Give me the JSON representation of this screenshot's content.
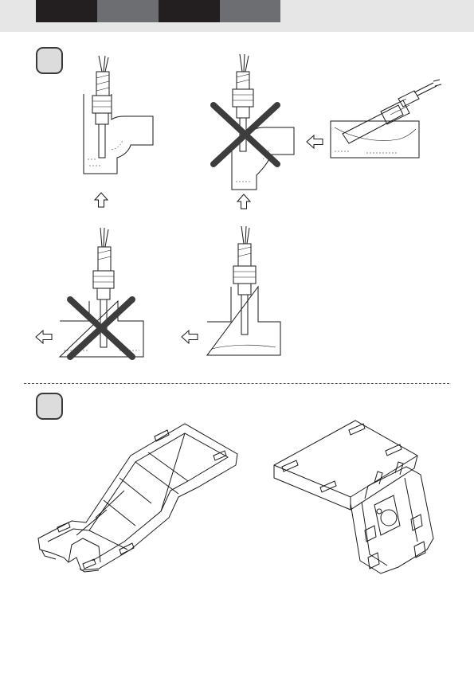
{
  "header": {
    "tab_colors": [
      "#231f20",
      "#6d6e71",
      "#231f20",
      "#6d6e71"
    ]
  },
  "steps": [
    {
      "badge_label": ""
    },
    {
      "badge_label": ""
    }
  ],
  "illustrations": {
    "section1": [
      {
        "name": "elbow-correct",
        "status": "correct"
      },
      {
        "name": "elbow-incorrect",
        "status": "incorrect"
      },
      {
        "name": "angled-pipe-correct",
        "status": "correct"
      },
      {
        "name": "tee-incorrect",
        "status": "incorrect"
      },
      {
        "name": "tee-correct",
        "status": "correct"
      }
    ],
    "section2": [
      {
        "name": "mounting-frame"
      },
      {
        "name": "mounting-bracket"
      }
    ]
  },
  "colors": {
    "cross": "#3d3d3d",
    "line": "#1a1a1a",
    "band": "#e6e6e6"
  }
}
